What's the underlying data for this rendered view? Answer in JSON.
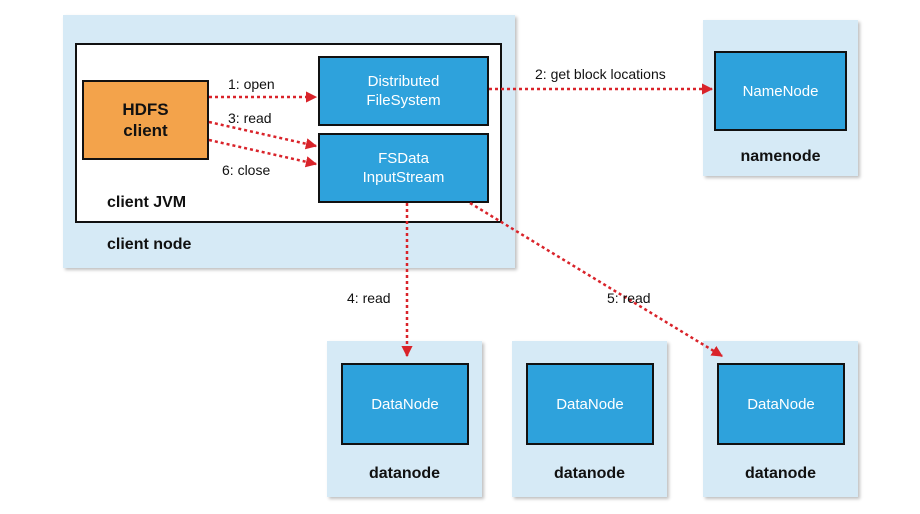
{
  "client_node": {
    "label": "client node"
  },
  "client_jvm": {
    "label": "client JVM"
  },
  "hdfs_client": {
    "line1": "HDFS",
    "line2": "client"
  },
  "dfs": {
    "line1": "Distributed",
    "line2": "FileSystem"
  },
  "fsdata": {
    "line1": "FSData",
    "line2": "InputStream"
  },
  "namenode": {
    "inner": "NameNode",
    "label": "namenode"
  },
  "datanodes": [
    {
      "inner": "DataNode",
      "label": "datanode"
    },
    {
      "inner": "DataNode",
      "label": "datanode"
    },
    {
      "inner": "DataNode",
      "label": "datanode"
    }
  ],
  "edges": {
    "open": "1: open",
    "get_block_locations": "2: get block locations",
    "read3": "3: read",
    "read4": "4: read",
    "read5": "5: read",
    "close": "6: close"
  },
  "colors": {
    "outer_bg": "#d6eaf6",
    "component": "#2ea2dc",
    "client": "#f3a34b",
    "arrow": "#d9232a"
  }
}
